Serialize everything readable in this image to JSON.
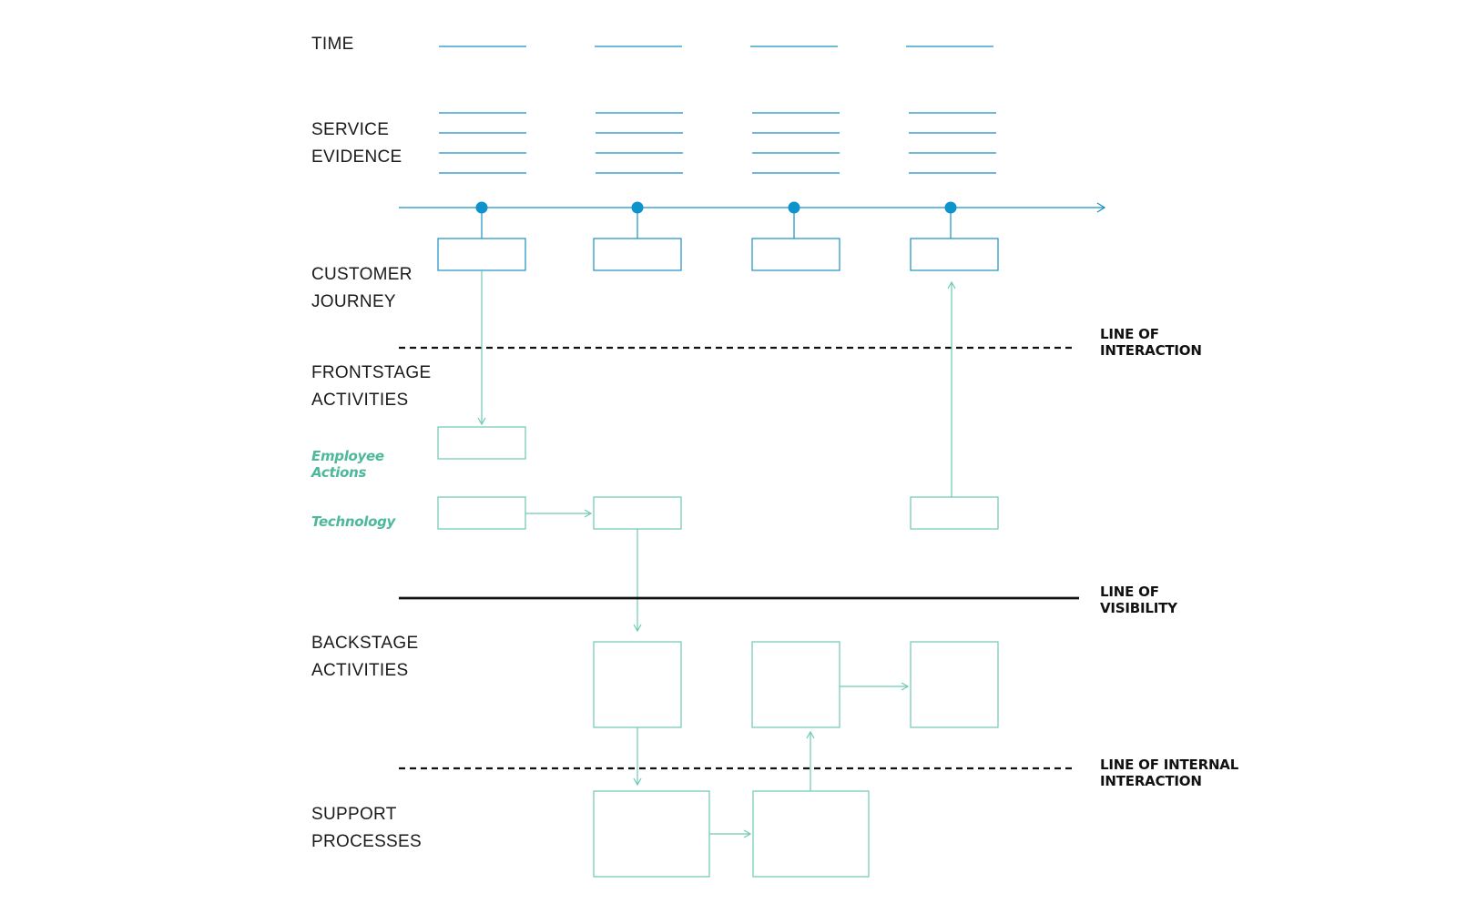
{
  "rows": {
    "time": [
      "TIME"
    ],
    "service_evidence": [
      "SERVICE",
      "EVIDENCE"
    ],
    "customer_journey": [
      "CUSTOMER",
      "JOURNEY"
    ],
    "frontstage_activities": [
      "FRONTSTAGE",
      "ACTIVITIES"
    ],
    "employee_actions": [
      "Employee",
      "Actions"
    ],
    "technology": [
      "Technology"
    ],
    "backstage_activities": [
      "BACKSTAGE",
      "ACTIVITIES"
    ],
    "support_processes": [
      "SUPPORT",
      "PROCESSES"
    ]
  },
  "lines": {
    "interaction": [
      "LINE OF",
      "INTERACTION"
    ],
    "visibility": [
      "LINE OF",
      "VISIBILITY"
    ],
    "internal_interaction": [
      "LINE OF INTERNAL",
      "INTERACTION"
    ]
  },
  "colors": {
    "timeline_blue": "#1a8fc4",
    "dot_blue": "#0f93cc",
    "box_teal": "#6ec9b5",
    "text_teal": "#4db89a",
    "line_black": "#111111"
  }
}
